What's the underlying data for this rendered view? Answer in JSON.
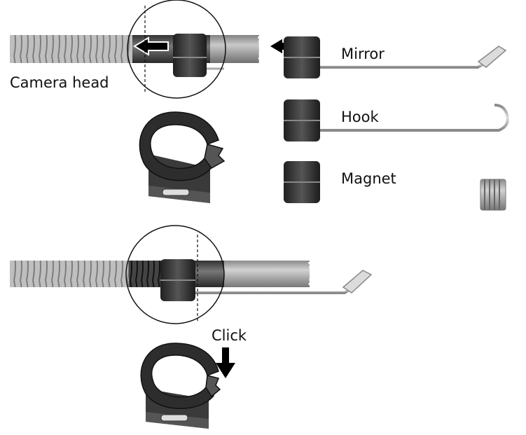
{
  "labels": {
    "camera_head": "Camera head",
    "mirror": "Mirror",
    "hook": "Hook",
    "magnet": "Magnet",
    "click": "Click"
  },
  "colors": {
    "clip_dark": "#2b2b2b",
    "clip_mid": "#4a4a4a",
    "clip_light": "#6e6e6e",
    "hose_light": "#c8c8c8",
    "hose_dark": "#8c8c8c",
    "rod": "#bdbdbd",
    "arrow": "#000000"
  }
}
